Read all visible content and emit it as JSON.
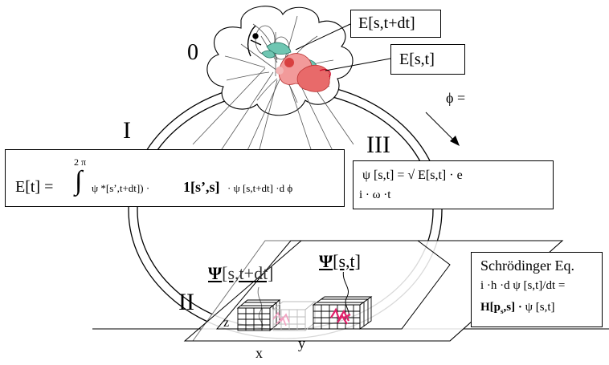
{
  "labels": {
    "zero": "0",
    "one": "I",
    "two": "II",
    "three": "III",
    "x": "x",
    "y": "y",
    "z": "z",
    "phi": "ϕ ="
  },
  "boxes": {
    "e_s_t_dt": "E[s,t+dt]",
    "e_s_t": "E[s,t]"
  },
  "energy_eq": {
    "lhs": "E[t] =",
    "upper": "2 π",
    "integral": "∫",
    "integrand": "ψ *[s’,t+dt]) ·",
    "op": "1[s’,s]",
    "tail": "· ψ  [s,t+dt] ·d ϕ"
  },
  "psi_eq": {
    "line1": "ψ [s,t] =  √ E[s,t]  · e",
    "line2": "i · ω  ·t"
  },
  "planes": {
    "psi_dt_symbol": "Ψ",
    "psi_dt_args": "[s,t+dt]",
    "psi_symbol": "Ψ",
    "psi_args": "[s,t]"
  },
  "schrodinger": {
    "title": "Schrödinger Eq.",
    "line2": "i ·h ·d ψ [s,t]/dt =",
    "h": "H[p",
    "h_sub": "s",
    "h_rest": ",s] ·",
    "tail": "ψ [s,t]"
  }
}
